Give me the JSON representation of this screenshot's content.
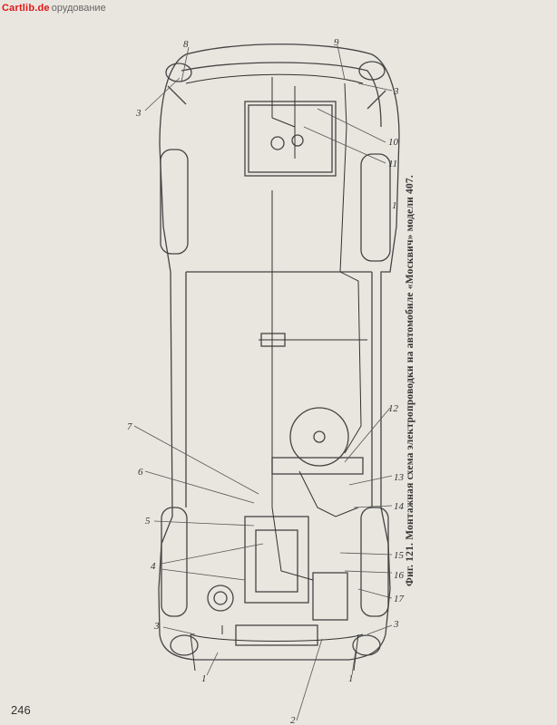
{
  "header": {
    "watermark": "Cartlib.de",
    "section": "орудование"
  },
  "figure": {
    "caption": "Фиг. 121. Монтажная схема электропроводки на автомобиле «Москвич» модели 407.",
    "callouts": [
      "1",
      "1",
      "1",
      "2",
      "3",
      "3",
      "3",
      "3",
      "4",
      "5",
      "6",
      "7",
      "8",
      "9",
      "10",
      "11",
      "12",
      "13",
      "14",
      "15",
      "16",
      "17"
    ]
  },
  "page_number": "246"
}
